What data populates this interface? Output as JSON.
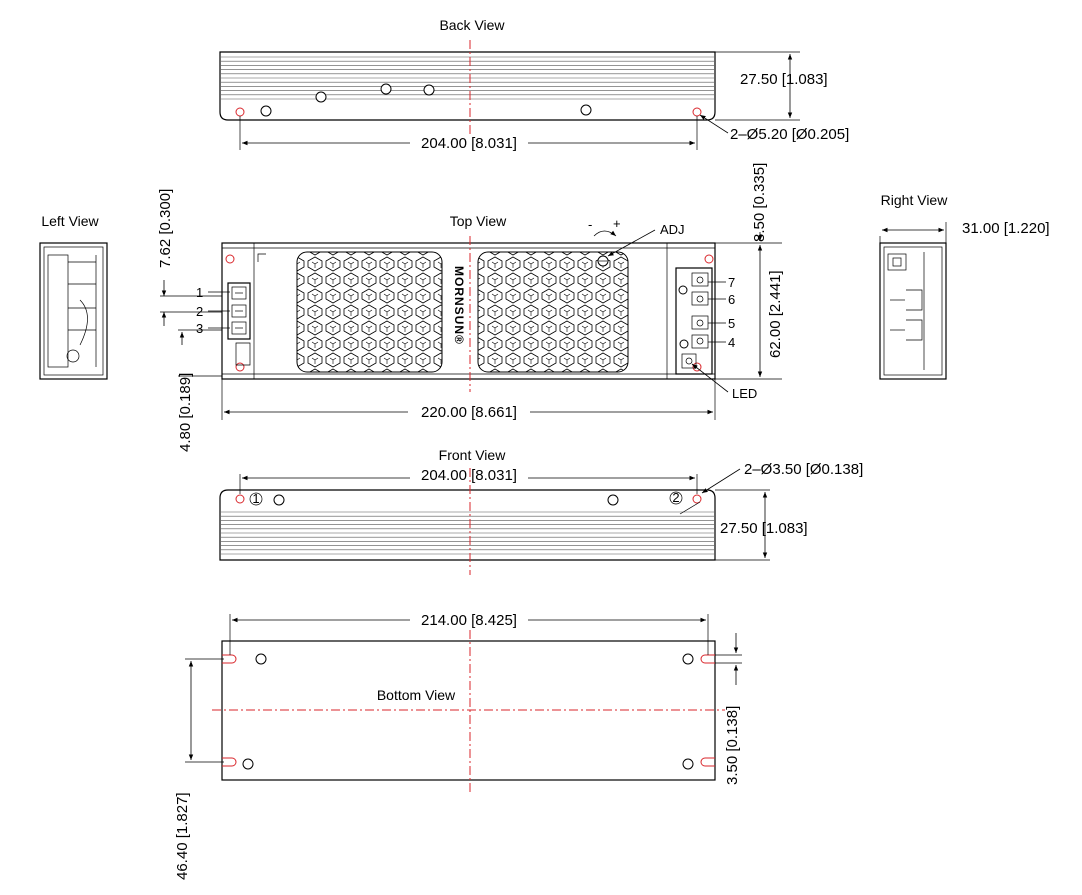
{
  "views": {
    "back": "Back View",
    "left": "Left View",
    "top": "Top View",
    "right": "Right View",
    "front": "Front View",
    "bottom": "Bottom View"
  },
  "dimensions": {
    "back_height": "27.50 [1.083]",
    "back_width": "204.00 [8.031]",
    "back_holes": "2–Ø5.20 [Ø0.205]",
    "top_margin": "8.50 [0.335]",
    "left_offset": "7.62 [0.300]",
    "left_bottom": "4.80 [0.189]",
    "top_height": "62.00 [2.441]",
    "top_width": "220.00 [8.661]",
    "right_depth": "31.00 [1.220]",
    "front_width": "204.00 [8.031]",
    "front_holes": "2–Ø3.50 [Ø0.138]",
    "front_height": "27.50 [1.083]",
    "bottom_width": "214.00 [8.425]",
    "bottom_edge": "3.50 [0.138]",
    "bottom_height": "46.40 [1.827]"
  },
  "labels": {
    "adj": "ADJ",
    "led": "LED",
    "minus": "-",
    "plus": "+",
    "brand": "MORNSUN",
    "brand_mark": "®",
    "terminal_1": "1",
    "terminal_2": "2",
    "terminal_3": "3",
    "terminal_4": "4",
    "terminal_5": "5",
    "terminal_6": "6",
    "terminal_7": "7",
    "hole_1": "1",
    "hole_2": "2"
  },
  "colors": {
    "line": "#000000",
    "centerline": "#d9262b",
    "background": "#ffffff"
  }
}
